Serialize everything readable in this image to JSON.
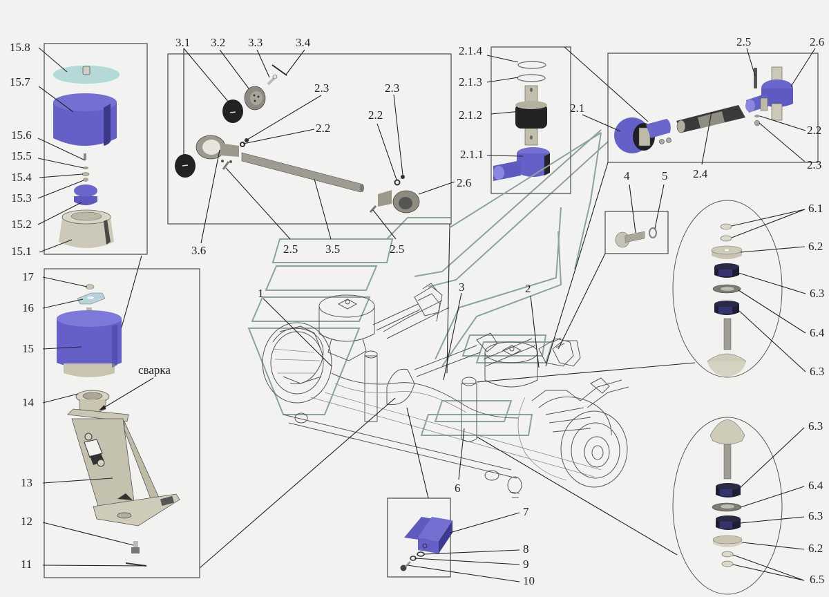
{
  "diagram": {
    "title": "",
    "weld_note": "сварка",
    "colors": {
      "background": "#f2f2f0",
      "blue_part": "#6560c8",
      "metal_part": "#c9c6b4",
      "rubber_part": "#1f1f24",
      "disc_part": "#b5d8d8",
      "ghost_lines": "#8aa49c"
    },
    "panels": [
      {
        "id": "air-spring-exploded",
        "labels": [
          "15.8",
          "15.7",
          "15.6",
          "15.5",
          "15.4",
          "15.3",
          "15.2",
          "15.1"
        ]
      },
      {
        "id": "air-spring-bracket",
        "labels": [
          "17",
          "16",
          "15",
          "14",
          "13",
          "12",
          "11"
        ]
      },
      {
        "id": "reaction-rod-3",
        "labels": [
          "3.1",
          "3.2",
          "3.3",
          "3.4",
          "2.3",
          "2.2",
          "2.2",
          "2.3",
          "2.6",
          "3.6",
          "2.5",
          "3.5",
          "2.5"
        ]
      },
      {
        "id": "joint-2-1",
        "labels": [
          "2.1.4",
          "2.1.3",
          "2.1.2",
          "2.1.1"
        ]
      },
      {
        "id": "reaction-rod-2",
        "labels": [
          "2.5",
          "2.6",
          "2.1",
          "2.2",
          "2.3",
          "2.4"
        ]
      },
      {
        "id": "bolt-washer",
        "labels": [
          "4",
          "5"
        ]
      },
      {
        "id": "shock-top-mount",
        "labels": [
          "6.1",
          "6.2",
          "6.3",
          "6.4",
          "6.3"
        ]
      },
      {
        "id": "shock-bottom-mount",
        "labels": [
          "6.3",
          "6.4",
          "6.3",
          "6.2",
          "6.5"
        ]
      },
      {
        "id": "bump-stop",
        "labels": [
          "7",
          "8",
          "9",
          "10"
        ]
      },
      {
        "id": "axle-assembly",
        "labels": [
          "1",
          "3",
          "2",
          "6"
        ]
      }
    ]
  }
}
